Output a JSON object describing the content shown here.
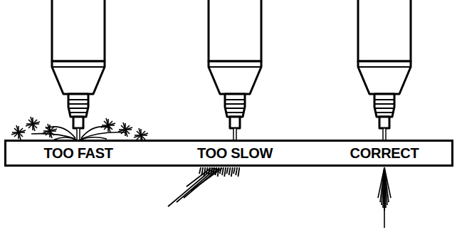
{
  "diagram": {
    "nodes": [
      {
        "text": [
          "TOO FAST",
          "TOO SLOW",
          "CORRECT"
        ]
      }
    ]
  }
}
